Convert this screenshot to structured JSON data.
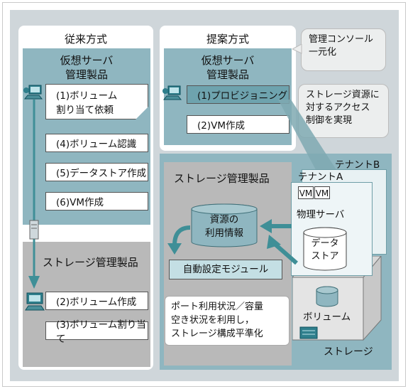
{
  "conventional": {
    "title": "従来方式",
    "vm_product": [
      "仮想サーバ",
      "管理製品"
    ],
    "steps": [
      "(1)ボリューム",
      "割り当て依頼",
      "(4)ボリューム認識",
      "(5)データストア作成",
      "(6)VM作成"
    ],
    "storage_product": "ストレージ管理製品",
    "storage_steps": [
      "(2)ボリューム作成",
      "(3)ボリューム割り当て"
    ]
  },
  "proposed": {
    "title": "提案方式",
    "vm_product": [
      "仮想サーバ",
      "管理製品"
    ],
    "steps": [
      "(1)プロビジョニング",
      "(2)VM作成"
    ],
    "bubble_console": [
      "管理コンソール",
      "一元化"
    ],
    "bubble_access": [
      "ストレージ資源に",
      "対するアクセス",
      "制御を実現"
    ]
  },
  "storage_area": {
    "product": "ストレージ管理製品",
    "tenant_b": "テナントB",
    "tenant_a": "テナントA",
    "vm1": "VM",
    "vm2": "VM",
    "physical_server": "物理サーバ",
    "datastore": [
      "データ",
      "ストア"
    ],
    "resource_info": [
      "資源の",
      "利用情報"
    ],
    "auto_module": "自動設定モジュール",
    "note": [
      "ポート利用状況／容量",
      "空き状況を利用し，",
      "ストレージ構成平準化"
    ],
    "volume": "ボリューム",
    "storage": "ストレージ"
  },
  "colors": {
    "teal": "#8fb6c0",
    "arrow": "#3f8f97",
    "gray": "#b9b9b9"
  }
}
